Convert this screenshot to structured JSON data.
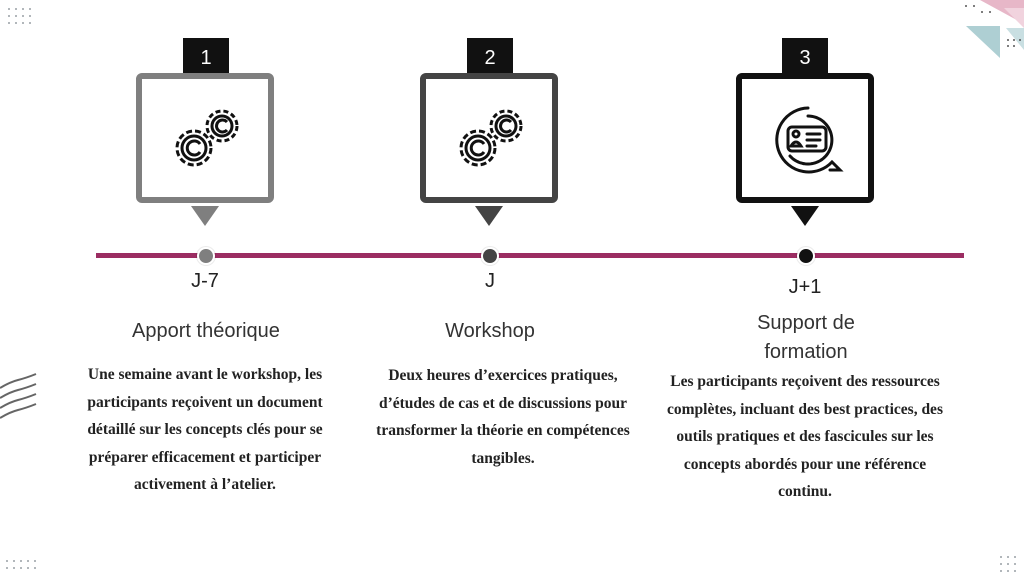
{
  "steps": [
    {
      "number": "1",
      "date": "J-7",
      "title": "Apport théorique",
      "description": "Une semaine avant le workshop, les participants reçoivent un document détaillé sur les concepts clés pour se préparer efficacement et participer activement à l’atelier.",
      "icon": "gears-icon",
      "color": "#7f7f7f"
    },
    {
      "number": "2",
      "date": "J",
      "title": "Workshop",
      "description": "Deux heures d’exercices pratiques, d’études de cas et de discussions pour transformer la théorie en compétences tangibles.",
      "icon": "gears-icon",
      "color": "#444444"
    },
    {
      "number": "3",
      "date": "J+1",
      "title": "Support de formation",
      "description": "Les participants reçoivent des ressources complètes, incluant des best practices, des outils pratiques et des fascicules sur les concepts abordés pour une référence continu.",
      "icon": "contact-chat-icon",
      "color": "#111111"
    }
  ],
  "colors": {
    "timeline": "#9b2d62",
    "accent_pink": "#e7b7c8",
    "accent_teal": "#aecfd3"
  }
}
